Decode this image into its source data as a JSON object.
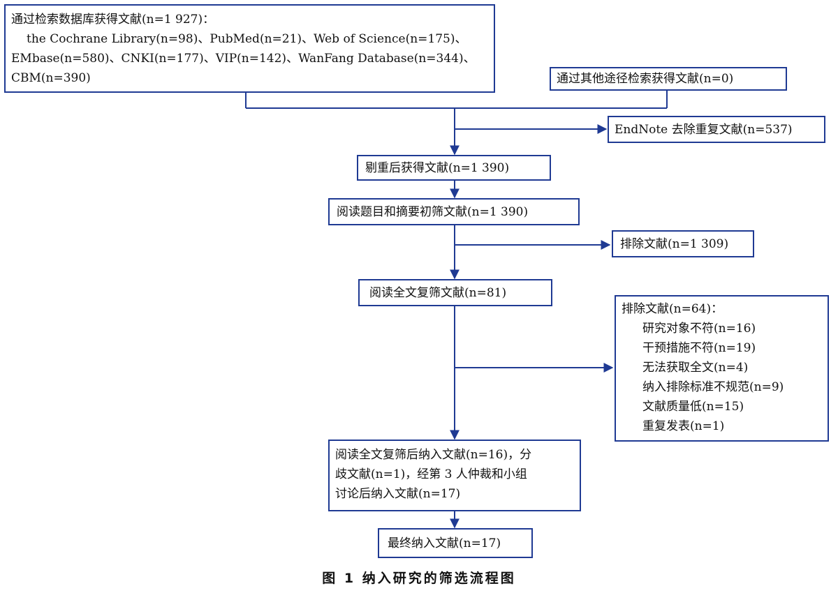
{
  "db_search": {
    "title": "通过检索数据库获得文献(n=1 927)：",
    "line1": "the Cochrane Library(n=98)、PubMed(n=21)、Web of Science(n=175)、",
    "line2": "EMbase(n=580)、CNKI(n=177)、VIP(n=142)、WanFang Database(n=344)、",
    "line3": "CBM(n=390)"
  },
  "other_search": "通过其他途径检索获得文献(n=0)",
  "duplicates_removed": "EndNote 去除重复文献(n=537)",
  "after_dedup": "剔重后获得文献(n=1 390)",
  "title_abstract_screen": "阅读题目和摘要初筛文献(n=1 390)",
  "excluded_first": "排除文献(n=1 309)",
  "fulltext_screen": "阅读全文复筛文献(n=81)",
  "excluded_second": {
    "title": "排除文献(n=64)：",
    "reasons": [
      "研究对象不符(n=16)",
      "干预措施不符(n=19)",
      "无法获取全文(n=4)",
      "纳入排除标准不规范(n=9)",
      "文献质量低(n=15)",
      "重复发表(n=1)"
    ]
  },
  "after_fulltext": {
    "line1": "阅读全文复筛后纳入文献(n=16)，分",
    "line2": "歧文献(n=1)，经第 3 人仲裁和小组",
    "line3": "讨论后纳入文献(n=17)"
  },
  "final_included": "最终纳入文献(n=17)",
  "caption": "图 1  纳入研究的筛选流程图",
  "colors": {
    "border": "#1f3a93",
    "arrow": "#1f3a93"
  }
}
